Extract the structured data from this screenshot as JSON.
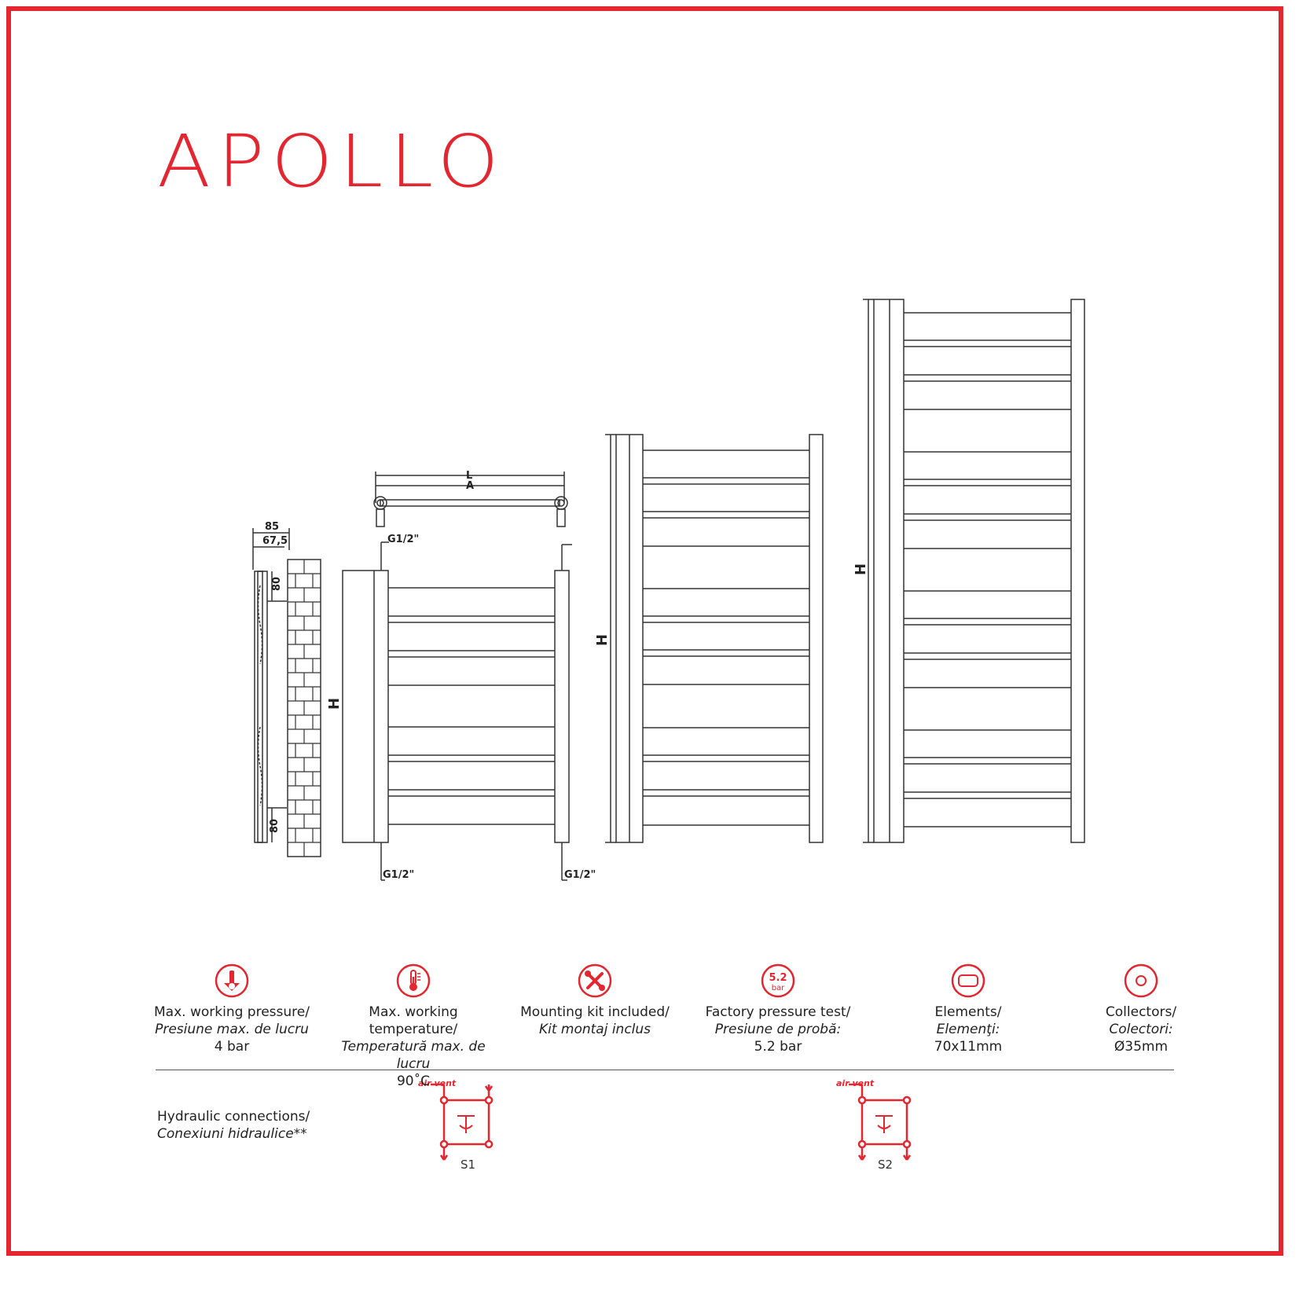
{
  "title": "APOLLO",
  "colors": {
    "accent": "#e3262f",
    "line": "#333333"
  },
  "drawing": {
    "dim_L": "L",
    "dim_A": "A",
    "dim_85": "85",
    "dim_67": "67,5",
    "dim_80_top": "80",
    "dim_80_bottom": "80",
    "label_H1": "H",
    "label_H2": "H",
    "label_H3": "H",
    "conn_top": "G1/2\"",
    "conn_bottom_left": "G1/2\"",
    "conn_bottom_right": "G1/2\""
  },
  "specs": [
    {
      "icon": "pressure-icon",
      "en": "Max. working pressure/",
      "ro": "Presiune max. de lucru",
      "value": "4 bar"
    },
    {
      "icon": "thermometer-icon",
      "en": "Max. working temperature/",
      "ro": "Temperatură max. de lucru",
      "value": "90˚C"
    },
    {
      "icon": "tools-icon",
      "en": "Mounting kit included/",
      "ro": "Kit montaj inclus",
      "value": ""
    },
    {
      "icon": "pressure-test-icon",
      "icon_text": "5.2",
      "icon_unit": "bar",
      "en": "Factory pressure test/",
      "ro": "Presiune de probă:",
      "value": "5.2 bar"
    },
    {
      "icon": "element-icon",
      "en": "Elements/",
      "ro": "Elemenţi:",
      "value": "70x11mm"
    },
    {
      "icon": "collector-icon",
      "en": "Collectors/",
      "ro": "Colectori:",
      "value": "Ø35mm"
    }
  ],
  "hydraulic": {
    "en": "Hydraulic connections/",
    "ro": "Conexiuni hidraulice**",
    "air_vent": "air vent",
    "s1": "S1",
    "s2": "S2"
  }
}
